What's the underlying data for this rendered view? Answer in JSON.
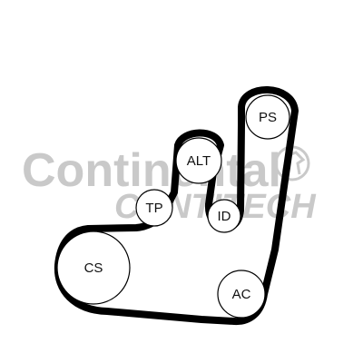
{
  "watermark": {
    "brand_line_1": "Continental",
    "brand_line_2": "CONTITECH",
    "color": "#c9c9c9"
  },
  "belt": {
    "color": "#000000"
  },
  "pulleys": [
    {
      "id": "ps",
      "label": "PS"
    },
    {
      "id": "alt",
      "label": "ALT"
    },
    {
      "id": "tp",
      "label": "TP"
    },
    {
      "id": "id",
      "label": "ID"
    },
    {
      "id": "cs",
      "label": "CS"
    },
    {
      "id": "ac",
      "label": "AC"
    }
  ]
}
